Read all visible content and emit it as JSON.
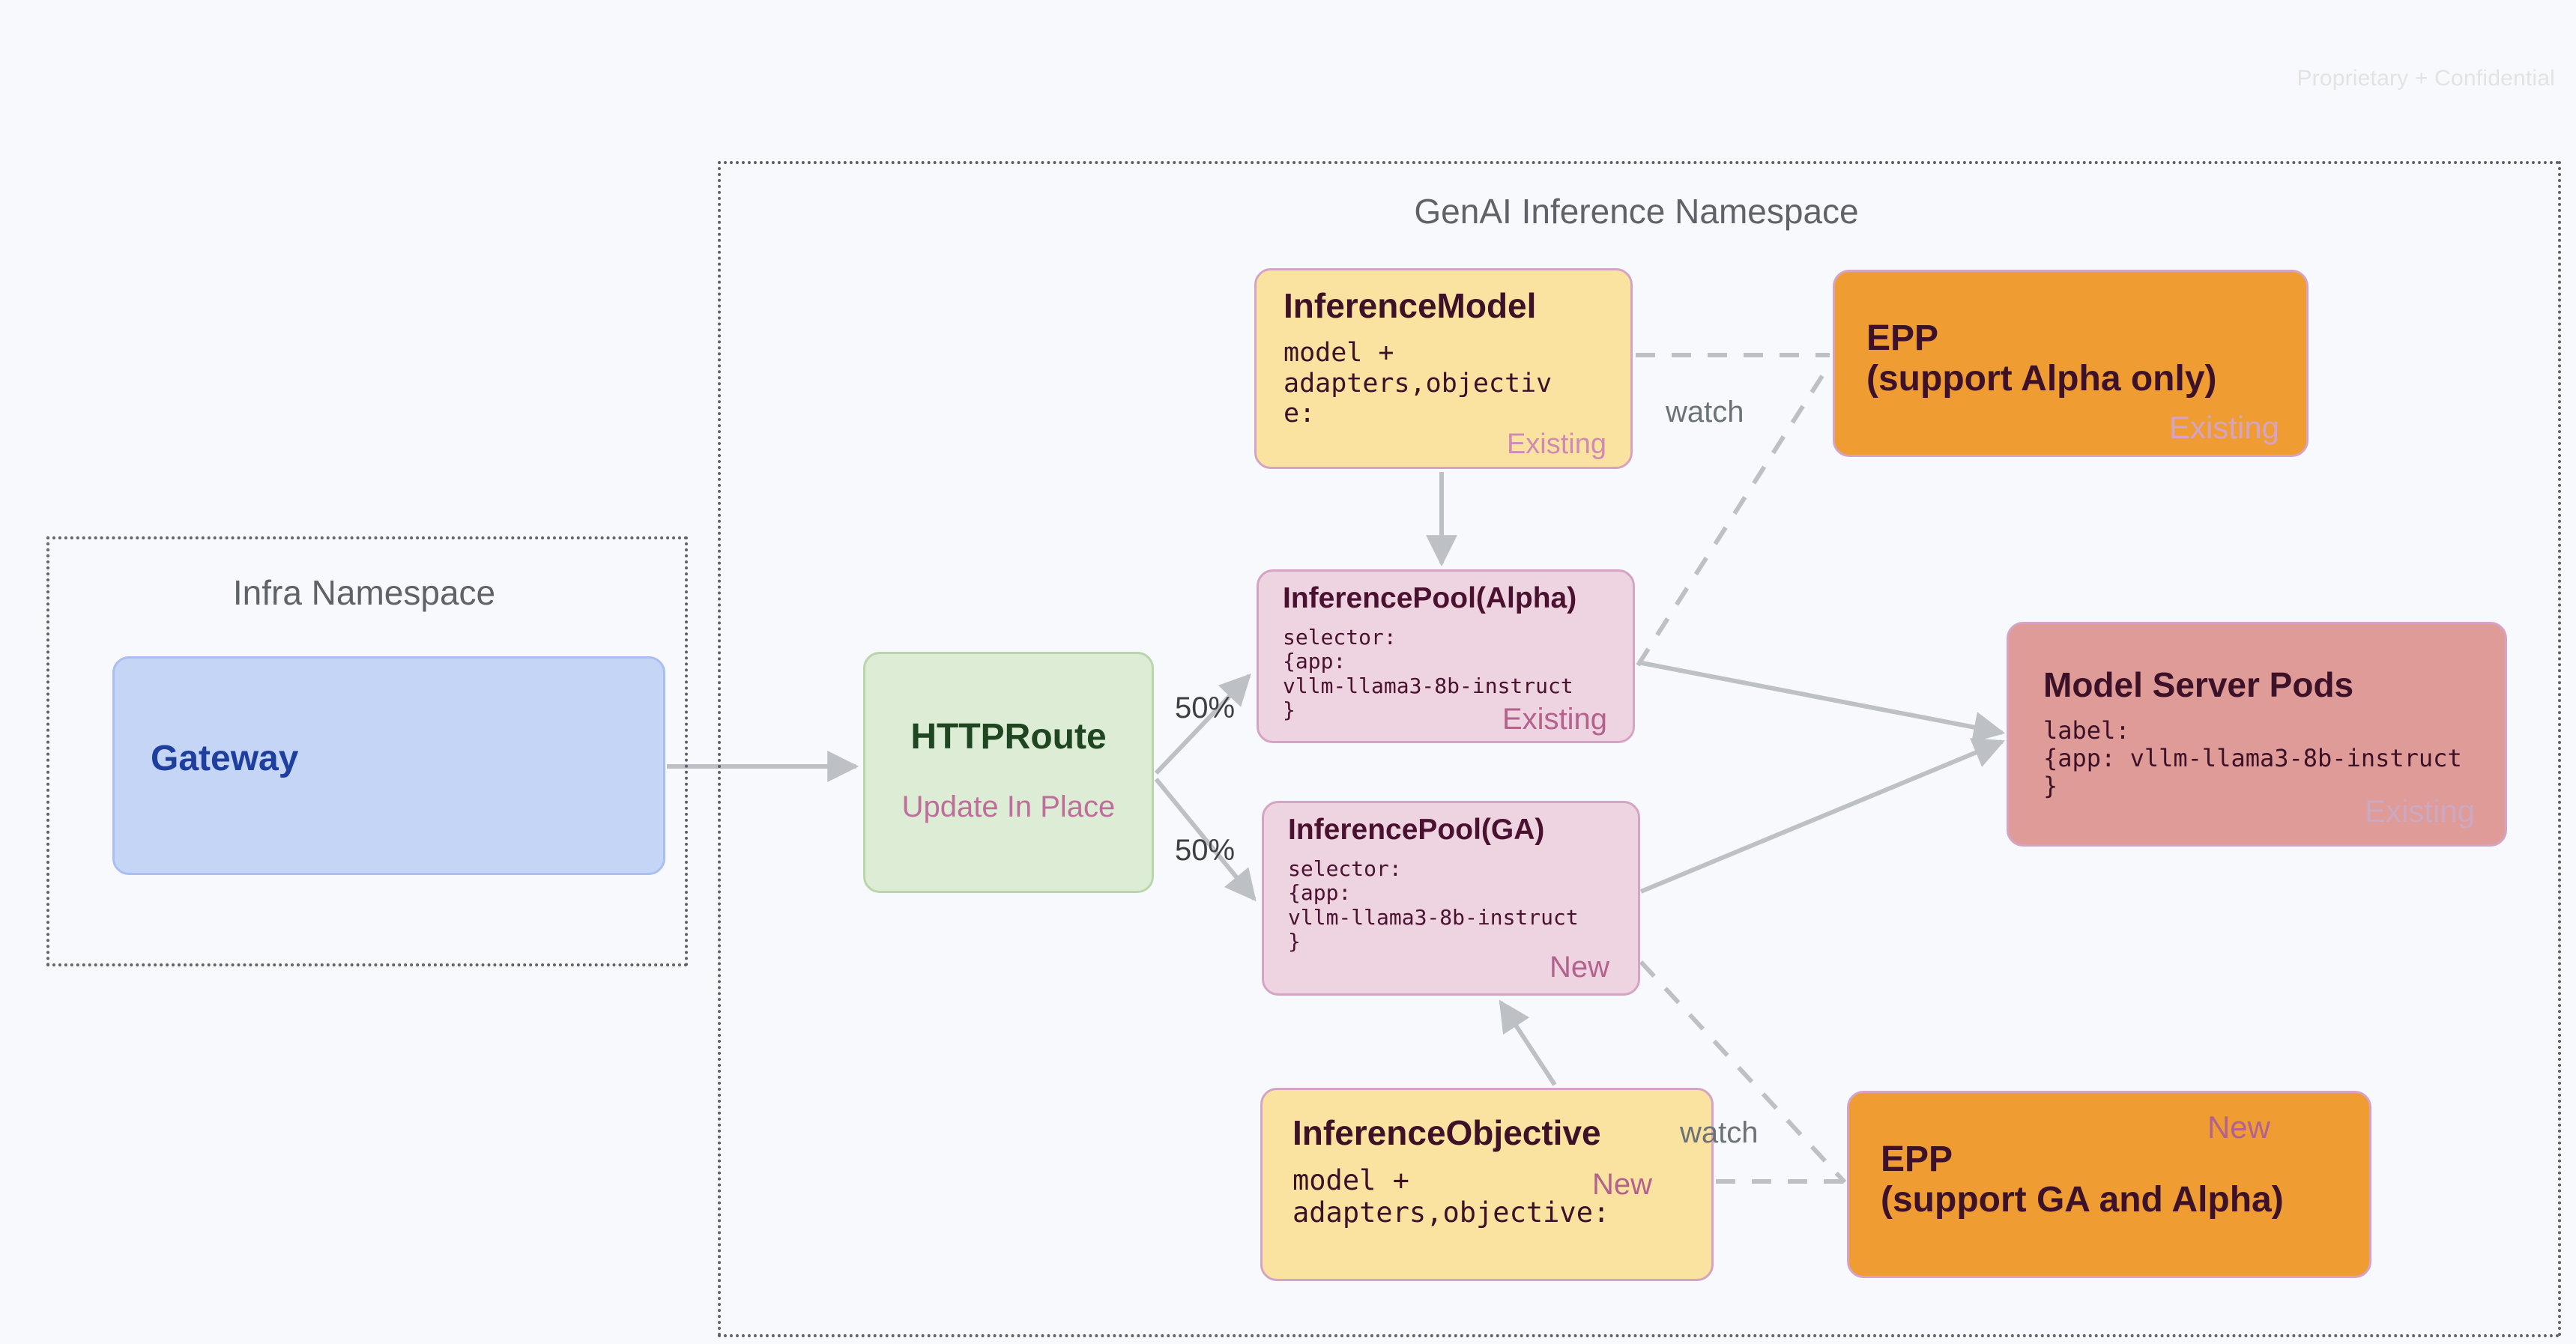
{
  "page": {
    "confidential_note": "Proprietary + Confidential",
    "background_color": "#f7f9fc"
  },
  "namespaces": [
    {
      "key": "infra",
      "title": "Infra Namespace"
    },
    {
      "key": "genai",
      "title": "GenAI Inference Namespace"
    }
  ],
  "nodes": {
    "gateway": {
      "title": "Gateway",
      "color": "#c5d5f5",
      "text_color": "#1f3f9e"
    },
    "httproute": {
      "title": "HTTPRoute",
      "subtitle": "Update In Place",
      "color": "#ddecd5",
      "text_color": "#1e4620",
      "subtitle_color": "#bf6d9b"
    },
    "inference_model": {
      "title": "InferenceModel",
      "body": "model +\nadapters,objectiv\ne:",
      "badge": "Existing",
      "color": "#fae2a0",
      "badge_color": "#d08bb4"
    },
    "pool_alpha": {
      "title": "InferencePool(Alpha)",
      "body": "selector:\n{app:\nvllm-llama3-8b-instruct\n}",
      "badge": "Existing",
      "color": "#eed3e0",
      "badge_color": "#b3628e"
    },
    "pool_ga": {
      "title": "InferencePool(GA)",
      "body": "selector:\n{app:\nvllm-llama3-8b-instruct\n}",
      "badge": "New",
      "color": "#eed3e0",
      "badge_color": "#b3628e"
    },
    "inference_objective": {
      "title": "InferenceObjective",
      "body": "model +\nadapters,objective:",
      "badge": "New",
      "color": "#fae2a0",
      "badge_color": "#b3628e"
    },
    "epp_alpha": {
      "title": "EPP\n(support Alpha only)",
      "badge": "Existing",
      "color": "#ef9d32",
      "badge_color": "#d5a4c4"
    },
    "epp_ga": {
      "title": "EPP\n(support GA and Alpha)",
      "badge": "New",
      "color": "#ef9d32",
      "badge_color": "#b3628e"
    },
    "model_server_pods": {
      "title": "Model Server Pods",
      "body": "label:\n{app: vllm-llama3-8b-instruct\n}",
      "badge": "Existing",
      "color": "#de9b98",
      "badge_color": "#cda8c1"
    }
  },
  "edges": {
    "gateway_to_httproute": "",
    "httproute_to_pool_alpha": "50%",
    "httproute_to_pool_ga": "50%",
    "inference_model_to_epp_alpha": "watch",
    "inference_objective_to_epp_ga": "watch"
  }
}
